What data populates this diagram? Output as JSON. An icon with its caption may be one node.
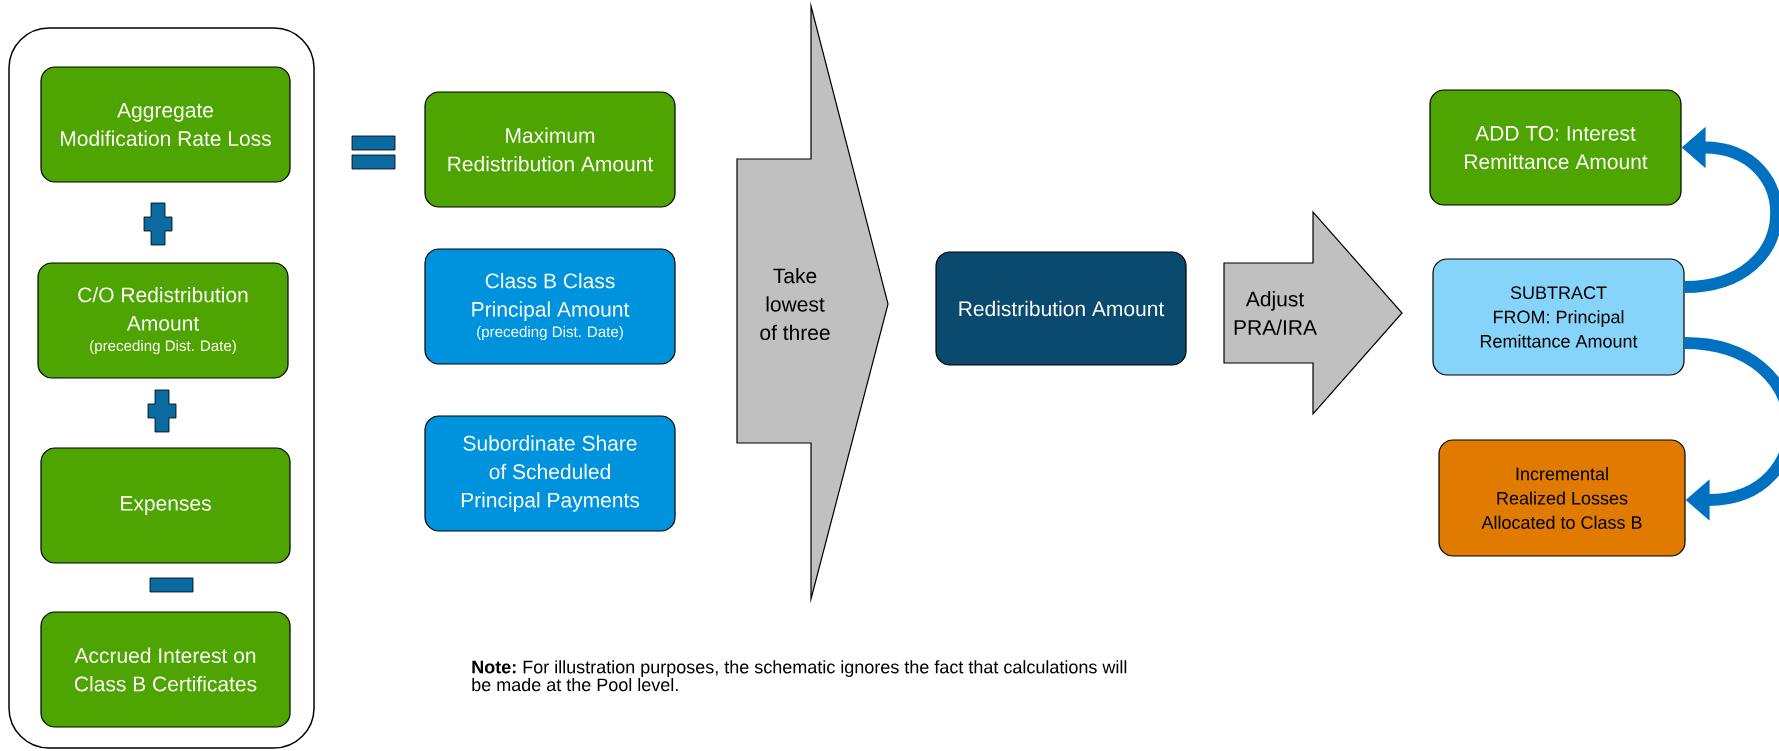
{
  "diagram": {
    "nodes": [
      {
        "text": [],
        "shape": "box"
      },
      {
        "text": [
          "Aggregate Modification Rate Loss"
        ],
        "in": 0
      },
      {
        "text": [
          "C/O Redistribution Amount",
          "(preceding Dist. Date)"
        ],
        "in": 0
      },
      {
        "text": [
          "Expenses"
        ],
        "in": 0
      },
      {
        "text": [
          "Accrued Interest on Class B Certificates"
        ],
        "in": 0
      },
      {
        "text": [
          "Maximum Redistribution Amount"
        ]
      },
      {
        "text": [
          "Class B Class Principal Amount",
          "(preceding Dist. Date)"
        ]
      },
      {
        "text": [
          "Subordinate Share of Scheduled Principal Payments"
        ]
      },
      {
        "text": [
          "Take lowest of three"
        ]
      },
      {
        "text": [
          "Redistribution Amount"
        ]
      },
      {
        "text": [
          "Adjust PRA/IRA"
        ]
      },
      {
        "text": [
          "ADD TO:  Interest Remittance Amount"
        ]
      },
      {
        "text": [
          "SUBTRACT FROM: Principal Remittance Amount"
        ]
      },
      {
        "text": [
          "Incremental Realized Losses Allocated to Class B"
        ]
      }
    ],
    "edges": [
      {
        "from": 12,
        "to": 11,
        "arrow": "to"
      },
      {
        "from": 12,
        "to": 13,
        "arrow": "to"
      }
    ],
    "labels": [
      "**Note:** For illustration purposes, the schematic ignores the fact that calculations will be made at the Pool level."
    ]
  }
}
